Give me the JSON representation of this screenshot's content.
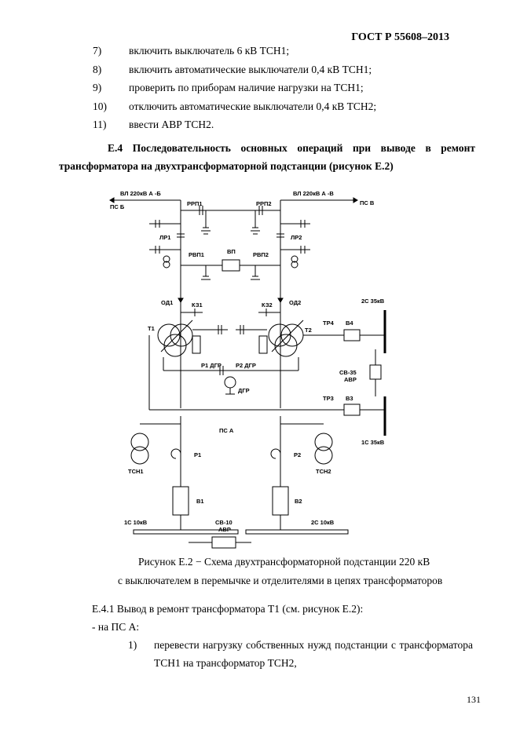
{
  "header": "ГОСТ Р 55608–2013",
  "list": [
    {
      "num": "7)",
      "text": "включить выключатель 6 кВ ТСН1;"
    },
    {
      "num": "8)",
      "text": "включить автоматические выключатели 0,4 кВ ТСН1;"
    },
    {
      "num": "9)",
      "text": "проверить по приборам наличие нагрузки на ТСН1;"
    },
    {
      "num": "10)",
      "text": "отключить автоматические выключатели 0,4 кВ ТСН2;"
    },
    {
      "num": "11)",
      "text": "ввести АВР ТСН2."
    }
  ],
  "section": {
    "words": [
      "Е.4",
      "Последовательность",
      "основных",
      "операций",
      "при",
      "выводе",
      "в",
      "ремонт"
    ],
    "line2": "трансформатора на двухтрансформаторной подстанции (рисунок Е.2)"
  },
  "diagram": {
    "labels": {
      "vl_b": "ВЛ 220кВ А -Б",
      "vl_v": "ВЛ 220кВ А -В",
      "ps_b": "ПС Б",
      "ps_v": "ПС В",
      "rrp1": "РРП1",
      "rrp2": "РРП2",
      "lr1": "ЛР1",
      "lr2": "ЛР2",
      "rvp1": "РВП1",
      "rvp2": "РВП2",
      "vp": "ВП",
      "od1": "ОД1",
      "od2": "ОД2",
      "kz1": "КЗ1",
      "kz2": "КЗ2",
      "t1": "Т1",
      "t2": "Т2",
      "r1dgr": "Р1 ДГР",
      "r2dgr": "Р2 ДГР",
      "dgr": "ДГР",
      "tr4": "ТР4",
      "v4": "В4",
      "tr3": "ТР3",
      "v3": "В3",
      "bus2c35": "2С 35кВ",
      "bus1c35": "1С 35кВ",
      "sv35": "СВ-35",
      "sv35avr": "АВР",
      "ps_a": "ПС А",
      "tsn1": "ТСН1",
      "tsn2": "ТСН2",
      "r1": "Р1",
      "r2": "Р2",
      "v1": "В1",
      "v2": "В2",
      "bus1c10": "1С 10кВ",
      "bus2c10": "2С 10кВ",
      "sv10": "СВ-10",
      "sv10avr": "АВР"
    }
  },
  "caption": {
    "line1": "Рисунок Е.2 − Схема двухтрансформаторной подстанции 220 кВ",
    "line2": "с выключателем в перемычке и отделителями в цепях трансформаторов"
  },
  "subsection": "Е.4.1  Вывод в ремонт трансформатора Т1 (см. рисунок Е.2):",
  "bullet": "- на ПС А:",
  "step1": {
    "num": "1)",
    "line1": "перевести нагрузку собственных нужд подстанции с трансформатора",
    "line2": "ТСН1 на трансформатор ТСН2,"
  },
  "page_number": "131"
}
